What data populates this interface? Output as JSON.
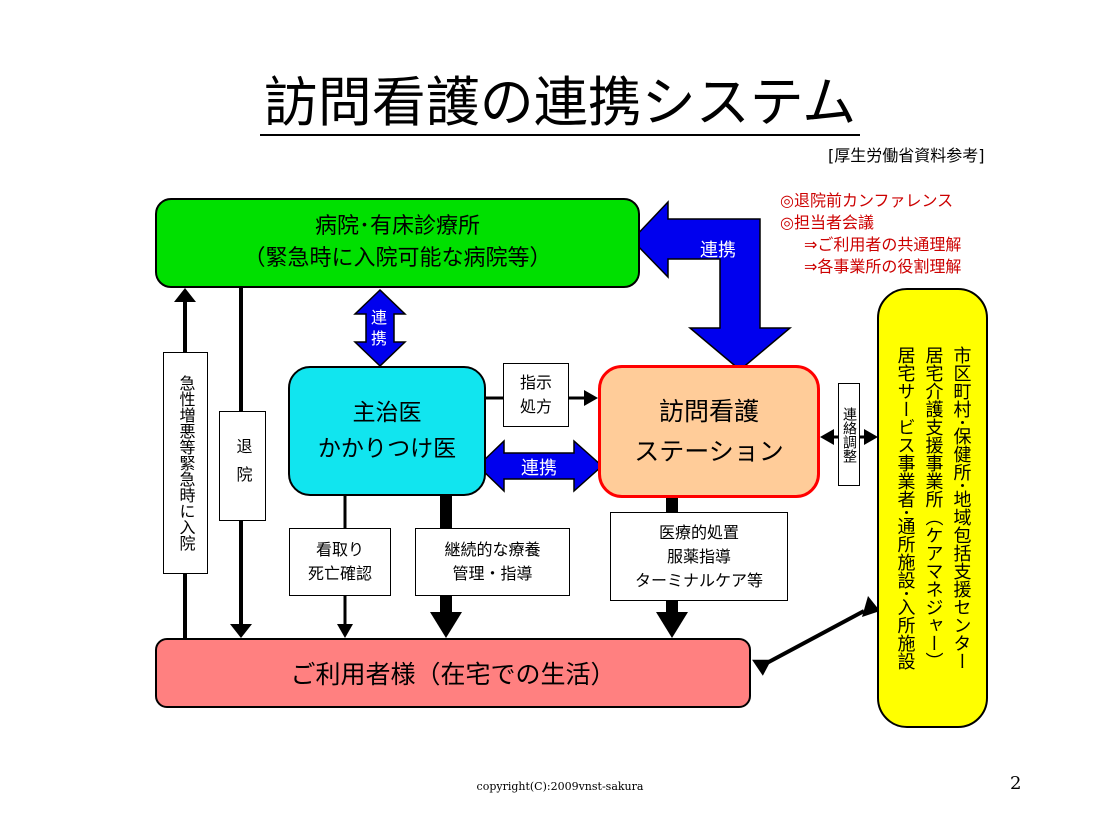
{
  "title": "訪問看護の連携システム",
  "source": "[厚生労働省資料参考]",
  "notes": {
    "line1": "◎退院前カンファレンス",
    "line2": "◎担当者会議",
    "line3": "⇒ご利用者の共通理解",
    "line4": "⇒各事業所の役割理解"
  },
  "hospital": {
    "line1": "病院･有床診療所",
    "line2": "（緊急時に入院可能な病院等）"
  },
  "doctor": {
    "line1": "主治医",
    "line2": "かかりつけ医"
  },
  "station": {
    "line1": "訪問看護",
    "line2": "ステーション"
  },
  "user": {
    "label": "ご利用者様（在宅での生活）"
  },
  "municipal": {
    "col1": "市区町村･保健所･地域包括支援センター",
    "col2": "居宅介護支援事業所（ケアマネジャー）",
    "col3": "居宅サービス事業者･通所施設･入所施設"
  },
  "labels": {
    "emergency": "急性増悪等緊急時に入院",
    "discharge": "退院",
    "instruction": {
      "line1": "指示",
      "line2": "処方"
    },
    "renraku": "連絡調整",
    "mitori": {
      "line1": "看取り",
      "line2": "死亡確認"
    },
    "keizoku": {
      "line1": "継続的な療養",
      "line2": "管理・指導"
    },
    "iryo": {
      "line1": "医療的処置",
      "line2": "服薬指導",
      "line3": "ターミナルケア等"
    }
  },
  "arrows": {
    "renkei_top": "連携",
    "renkei_v1": "連",
    "renkei_v2": "携",
    "renkei_mid": "連携"
  },
  "colors": {
    "hospital": "#00e000",
    "doctor": "#11e5ef",
    "station": "#ffcc99",
    "station_border": "#ff0000",
    "user": "#ff8080",
    "municipal": "#ffff00",
    "renkei_arrow": "#0000ee",
    "notes": "#cc0000"
  },
  "footer": "copyright(C):2009vnst-sakura",
  "page_number": "2"
}
